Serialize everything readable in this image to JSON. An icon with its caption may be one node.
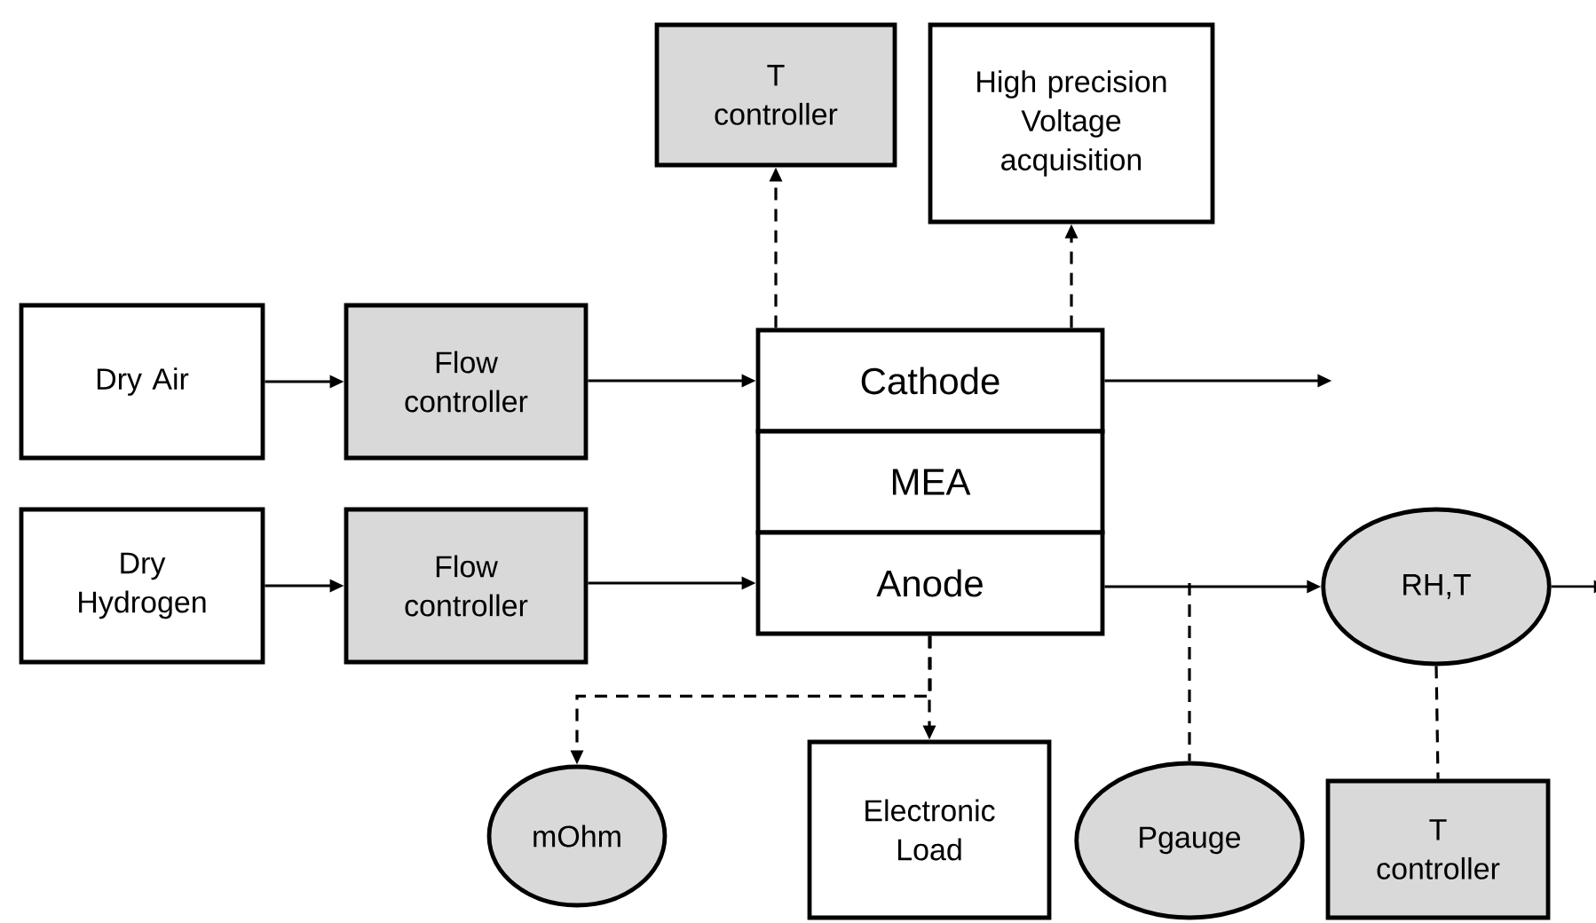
{
  "diagram": {
    "nodes": [
      {
        "text": [
          "Dry Air"
        ]
      },
      {
        "text": [
          "Flow controller"
        ]
      },
      {
        "text": [
          "Dry Hydrogen"
        ]
      },
      {
        "text": [
          "Flow controller"
        ]
      },
      {
        "text": [
          "Cathode"
        ]
      },
      {
        "text": [
          "MEA"
        ]
      },
      {
        "text": [
          "Anode"
        ]
      },
      {
        "text": [
          "T controller"
        ]
      },
      {
        "text": [
          "High precision Voltage acquisition"
        ]
      },
      {
        "text": [
          "mOhm"
        ]
      },
      {
        "text": [
          "Electronic Load"
        ]
      },
      {
        "text": [
          "Pgauge"
        ]
      },
      {
        "text": [
          "RH,T"
        ]
      },
      {
        "text": [
          "T controller"
        ]
      }
    ],
    "edges": [
      {
        "from": 0,
        "to": 1,
        "arrow": "to"
      },
      {
        "from": 1,
        "to": 4,
        "arrow": "to"
      },
      {
        "from": 2,
        "to": 3,
        "arrow": "to"
      },
      {
        "from": 3,
        "to": 6,
        "arrow": "to"
      },
      {
        "from": 4,
        "to": null,
        "arrow": "to"
      },
      {
        "from": 6,
        "to": 12,
        "arrow": "to"
      },
      {
        "from": 12,
        "to": null,
        "arrow": "to"
      },
      {
        "from": 4,
        "to": 7,
        "arrow": "to",
        "style": "dashed"
      },
      {
        "from": 4,
        "to": 8,
        "arrow": "to",
        "style": "dashed"
      },
      {
        "from": 6,
        "to": 10,
        "arrow": "to",
        "style": "dashed"
      },
      {
        "from": 6,
        "to": 9,
        "arrow": "to",
        "style": "dashed"
      },
      {
        "from": 6,
        "to": 11,
        "arrow": "none",
        "style": "dashed"
      },
      {
        "from": 12,
        "to": 13,
        "arrow": "none",
        "style": "dashed"
      }
    ]
  }
}
